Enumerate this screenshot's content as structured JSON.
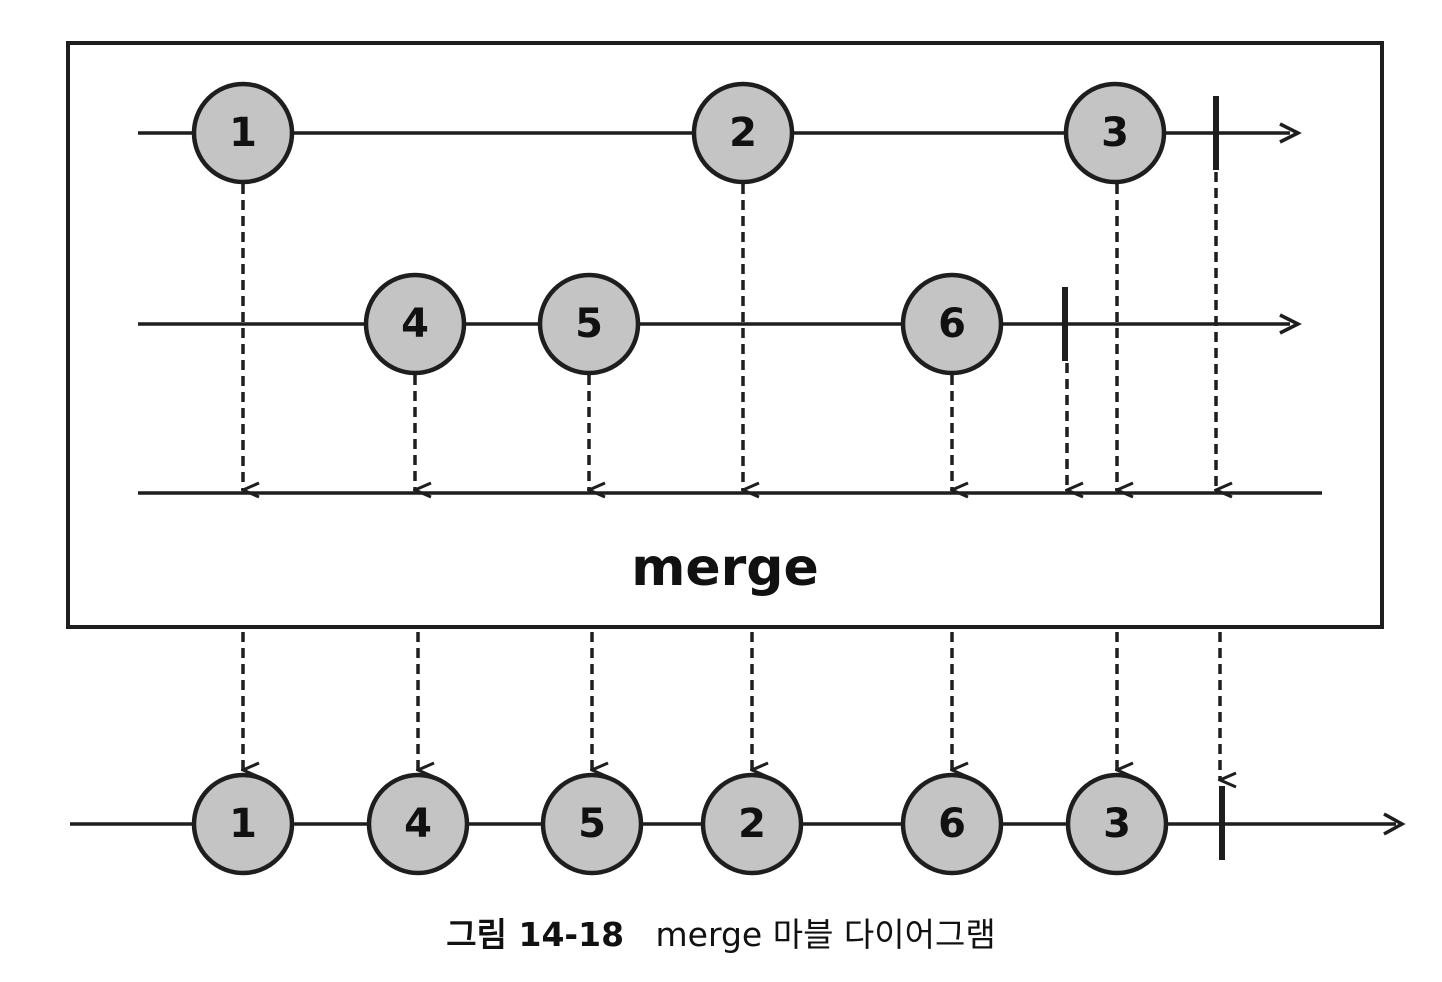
{
  "operator": {
    "label": "merge"
  },
  "inputs": [
    {
      "marbles": [
        {
          "label": "1"
        },
        {
          "label": "2"
        },
        {
          "label": "3"
        }
      ]
    },
    {
      "marbles": [
        {
          "label": "4"
        },
        {
          "label": "5"
        },
        {
          "label": "6"
        }
      ]
    }
  ],
  "output": {
    "marbles": [
      {
        "label": "1"
      },
      {
        "label": "4"
      },
      {
        "label": "5"
      },
      {
        "label": "2"
      },
      {
        "label": "6"
      },
      {
        "label": "3"
      }
    ]
  },
  "caption": {
    "figure": "그림 14-18",
    "text": "merge 마블 다이어그램"
  },
  "colors": {
    "marble_fill": "#c4c4c4",
    "stroke": "#1e1e1e",
    "background": "#ffffff"
  }
}
